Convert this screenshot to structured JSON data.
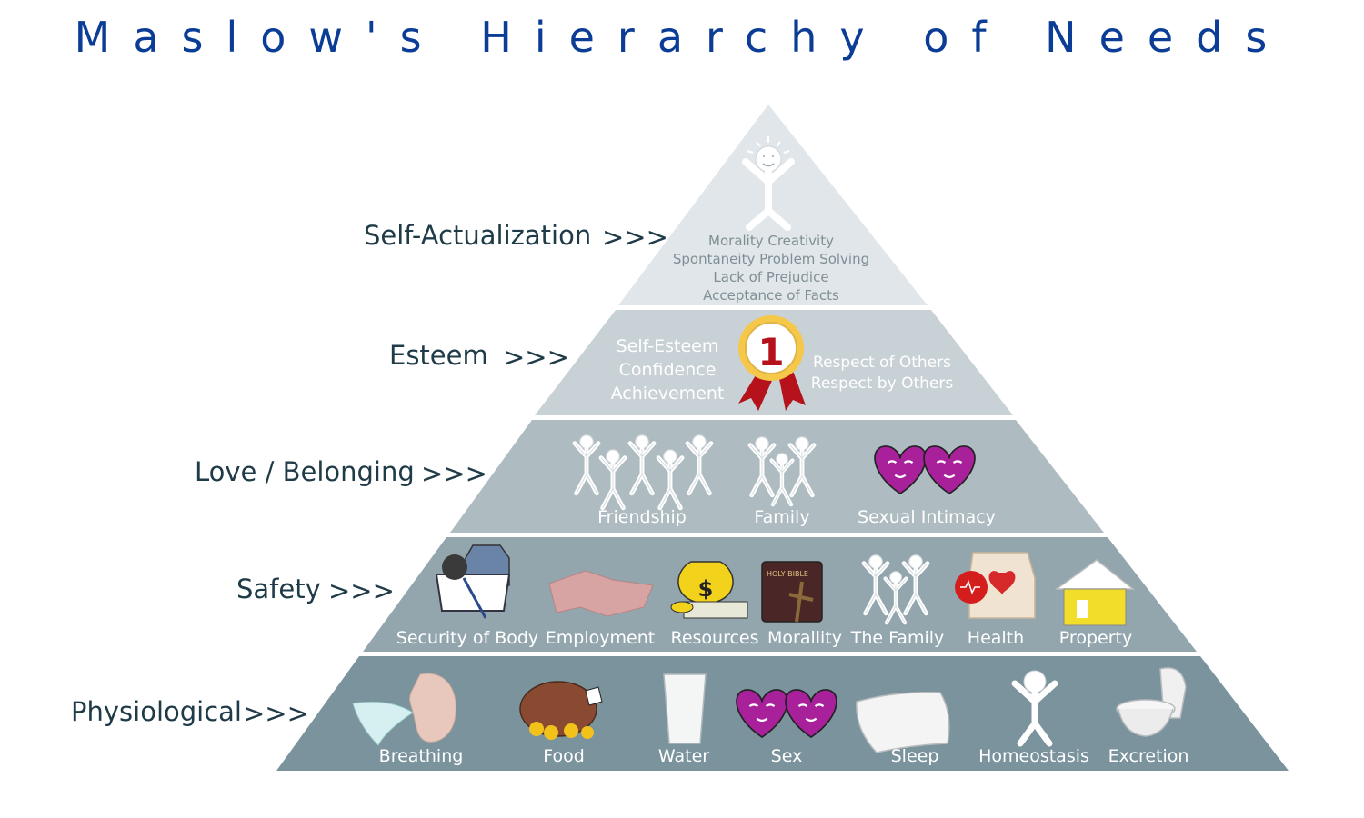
{
  "title": "Maslow's Hierarchy of Needs",
  "arrow": ">>>",
  "levels": {
    "self_actualization": {
      "label": "Self-Actualization",
      "items": [
        "Morality  Creativity",
        "Spontaneity  Problem Solving",
        "Lack of Prejudice",
        "Acceptance of Facts"
      ]
    },
    "esteem": {
      "label": "Esteem",
      "left_items": [
        "Self-Esteem",
        "Confidence",
        "Achievement"
      ],
      "right_items": [
        "Respect of Others",
        "Respect by Others"
      ],
      "badge": "1"
    },
    "love": {
      "label": "Love / Belonging",
      "items": [
        "Friendship",
        "Family",
        "Sexual Intimacy"
      ]
    },
    "safety": {
      "label": "Safety",
      "items": [
        "Security of Body",
        "Employment",
        "Resources",
        "Morallity",
        "The Family",
        "Health",
        "Property"
      ],
      "book_text": "HOLY BIBLE"
    },
    "physiological": {
      "label": "Physiological",
      "items": [
        "Breathing",
        "Food",
        "Water",
        "Sex",
        "Sleep",
        "Homeostasis",
        "Excretion"
      ]
    }
  },
  "colors": {
    "title": "#0b3d96",
    "label": "#1f3b48",
    "tier1": "#e1e6ea",
    "tier2": "#c8d1d6",
    "tier3": "#aebcc2",
    "tier4": "#93a6ae",
    "tier5": "#7a939c",
    "heart": "#a8209a"
  }
}
